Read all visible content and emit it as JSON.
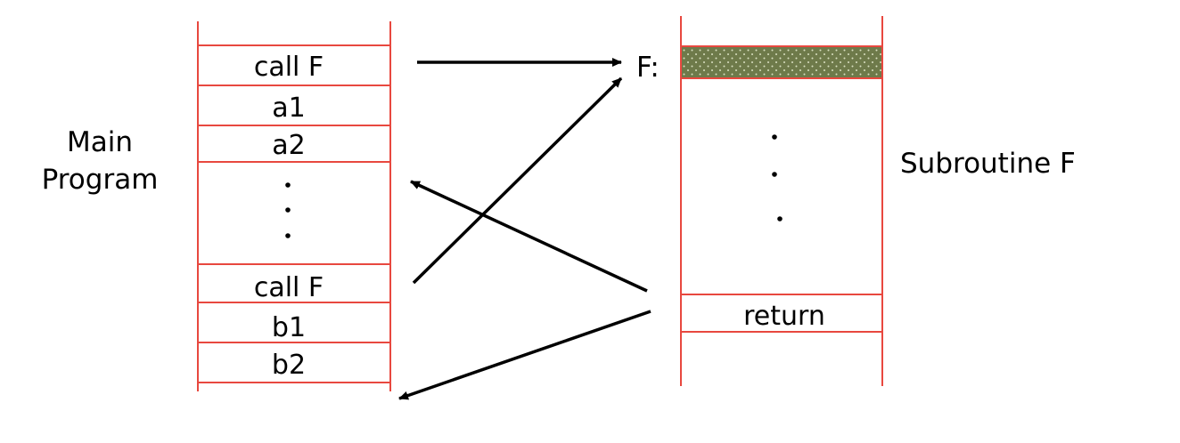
{
  "main_program": {
    "label_line1": "Main",
    "label_line2": "Program",
    "cells": {
      "call_f_1": "call F",
      "a1": "a1",
      "a2": "a2",
      "call_f_2": "call F",
      "b1": "b1",
      "b2": "b2"
    }
  },
  "subroutine": {
    "entry_label": "F:",
    "label": "Subroutine F",
    "return_label": "return"
  },
  "colors": {
    "memory_line": "#e8483f",
    "entry_fill": "#6e7a4a",
    "arrow": "#000000"
  }
}
